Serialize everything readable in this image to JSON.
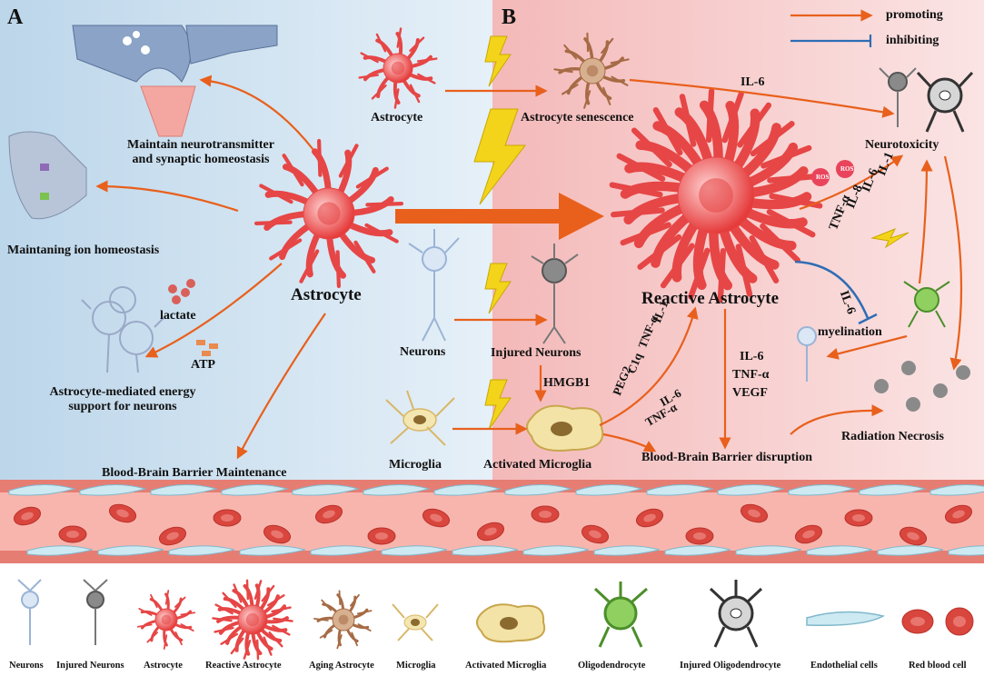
{
  "panels": {
    "a": "A",
    "b": "B"
  },
  "legend_key": {
    "promoting": "promoting",
    "inhibiting": "inhibiting",
    "promoting_color": "#e8601c",
    "inhibiting_color": "#2f6db5"
  },
  "panel_a": {
    "center": "Astrocyte",
    "neurotransmitter": "Maintain neurotransmitter\nand synaptic homeostasis",
    "ion": "Maintaning ion homeostasis",
    "lactate": "lactate",
    "atp": "ATP",
    "energy": "Astrocyte-mediated energy\nsupport for neurons",
    "bbb": "Blood-Brain Barrier Maintenance"
  },
  "panel_b": {
    "astrocyte": "Astrocyte",
    "senescence": "Astrocyte senescence",
    "il6_top": "IL-6",
    "reactive": "Reactive Astrocyte",
    "neurotoxicity": "Neurotoxicity",
    "cytokines_diag": [
      "IL-1",
      "IL-6",
      "IL-8",
      "TNF-α"
    ],
    "ros": "ROS",
    "il6_inhibit": "IL-6",
    "myelination": "myelination",
    "neurons": "Neurons",
    "injured_neurons": "Injured Neurons",
    "hmgb1": "HMGB1",
    "microglia_factors": [
      "IL-1",
      "TNF-α",
      "C1q",
      "PEG2"
    ],
    "microglia_factors2": [
      "IL-6",
      "TNF-α"
    ],
    "reactive_factors": [
      "IL-6",
      "TNF-α",
      "VEGF"
    ],
    "microglia": "Microglia",
    "activated_microglia": "Activated Microglia",
    "bbb_disruption": "Blood-Brain Barrier disruption",
    "radiation_necrosis": "Radiation Necrosis"
  },
  "legend": [
    "Neurons",
    "Injured Neurons",
    "Astrocyte",
    "Reactive Astrocyte",
    "Aging Astrocyte",
    "Microglia",
    "Activated Microglia",
    "Oligodendrocyte",
    "Injured Oligodendrocyte",
    "Endothelial cells",
    "Red blood cell"
  ],
  "colors": {
    "panel_a_bg": "#cfe1ef",
    "panel_b_bg": "#f6c9c9",
    "astrocyte": "#ef4b4b",
    "vessel": "#ef8d86",
    "rbc": "#d9463e",
    "oligodendrocyte": "#7ec85a",
    "microglia": "#f3e3a6"
  }
}
